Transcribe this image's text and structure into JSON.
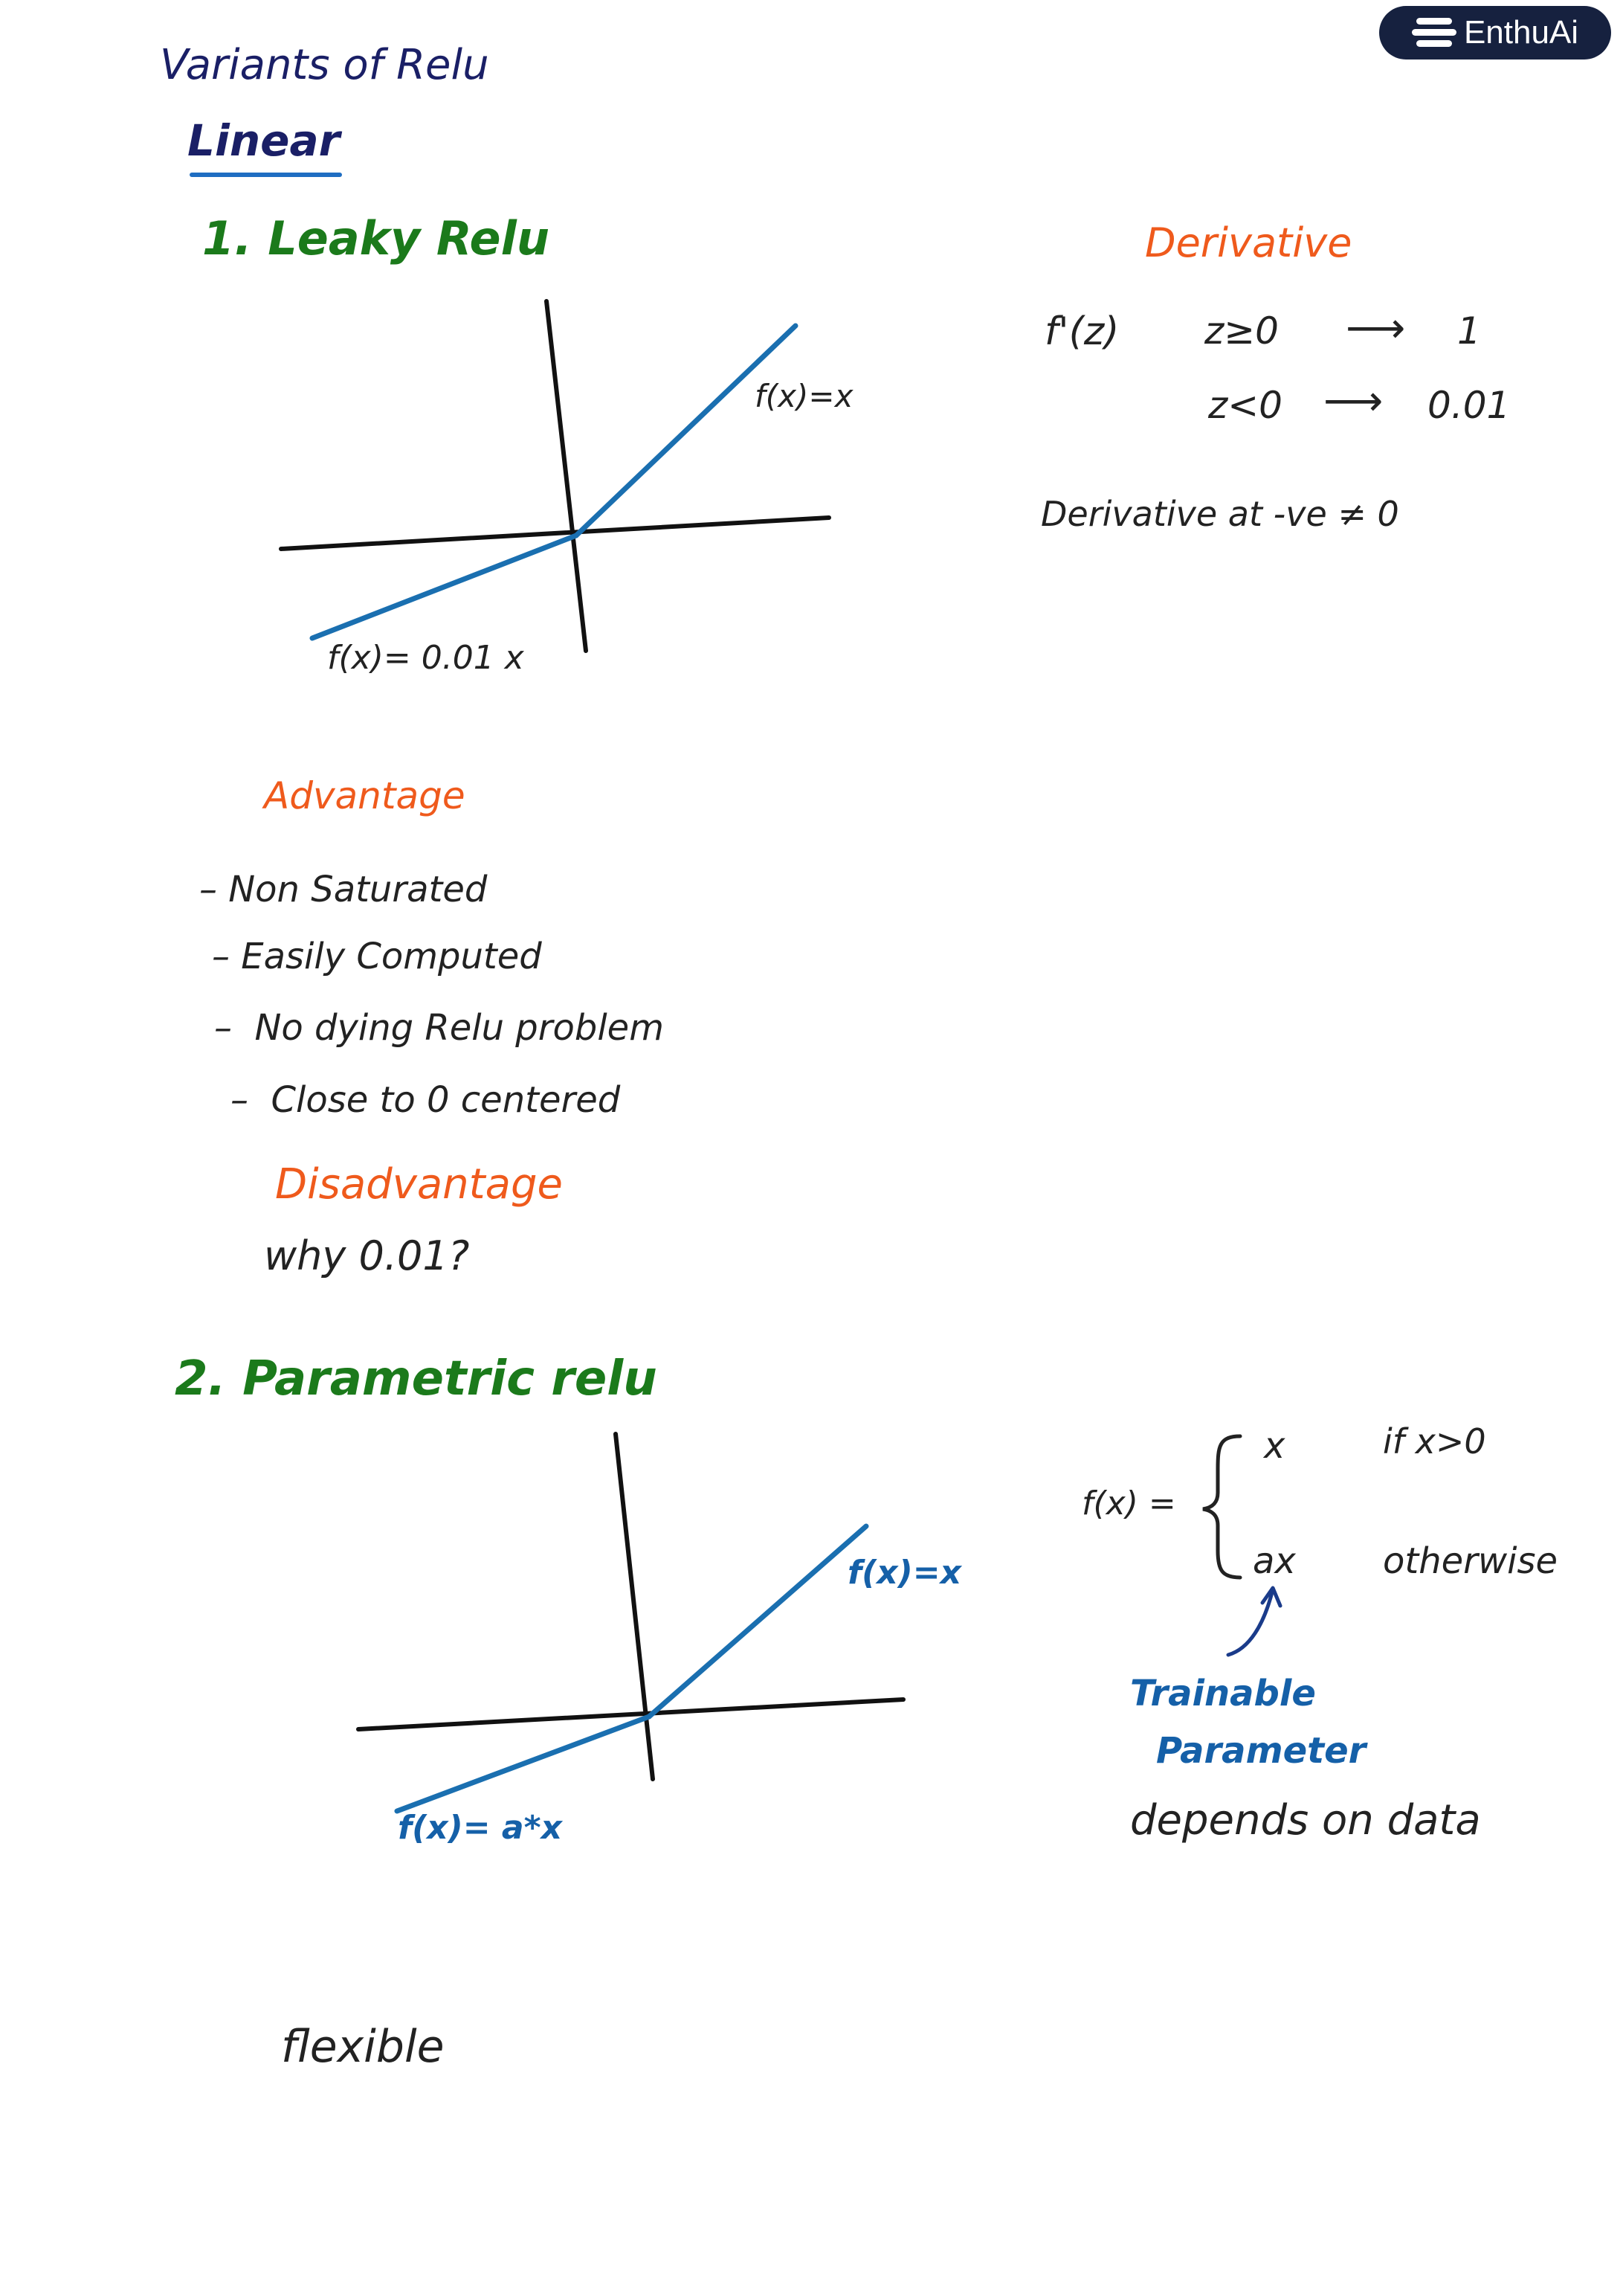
{
  "brand": {
    "name": "EnthuAi",
    "icon": "enthuai-logo-icon"
  },
  "header": {
    "title": "Variants of Relu",
    "subtitle": "Linear"
  },
  "leaky": {
    "heading": "1. Leaky Relu",
    "graph": {
      "positive_label": "f(x)=x",
      "negative_label": "f(x)= 0.01 x"
    },
    "derivative": {
      "heading": "Derivative",
      "fn": "f'(z)",
      "cases": [
        {
          "condition": "z≥0",
          "arrow": "⟶",
          "value": "1"
        },
        {
          "condition": "z<0",
          "arrow": "⟶",
          "value": "0.01"
        }
      ],
      "note": "Derivative at -ve ≠ 0"
    },
    "advantage": {
      "heading": "Advantage",
      "items": [
        "Non Saturated",
        "Easily Computed",
        "No dying Relu problem",
        "Close to 0 centered"
      ]
    },
    "disadvantage": {
      "heading": "Disadvantage",
      "text": "why 0.01?"
    }
  },
  "parametric": {
    "heading": "2. Parametric relu",
    "graph": {
      "positive_label": "f(x)=x",
      "negative_label": "f(x)= a*x"
    },
    "definition": {
      "lhs": "f(x) =",
      "case1_expr": "x",
      "case1_cond": "if x>0",
      "case2_expr": "ax",
      "case2_cond": "otherwise"
    },
    "note_line1": "Trainable",
    "note_line2": "Parameter",
    "note_line3": "depends on data",
    "footer": "flexible"
  },
  "colors": {
    "navy": "#1a1f66",
    "green": "#1b7a1b",
    "orange": "#ef5a1c",
    "blue": "#1560a8",
    "curve": "#1a6fb0",
    "axis": "#111111"
  }
}
